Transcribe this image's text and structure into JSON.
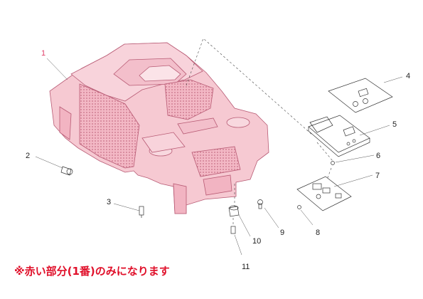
{
  "diagram": {
    "parts": [
      {
        "id": "1",
        "label": "1",
        "highlight": true
      },
      {
        "id": "2",
        "label": "2"
      },
      {
        "id": "3",
        "label": "3"
      },
      {
        "id": "4",
        "label": "4"
      },
      {
        "id": "5",
        "label": "5"
      },
      {
        "id": "6",
        "label": "6"
      },
      {
        "id": "7",
        "label": "7"
      },
      {
        "id": "8",
        "label": "8"
      },
      {
        "id": "9",
        "label": "9"
      },
      {
        "id": "10",
        "label": "10"
      },
      {
        "id": "11",
        "label": "11"
      }
    ],
    "note": "※赤い部分(1番)のみになります",
    "colors": {
      "highlight_fill": "#f6c9d2",
      "highlight_stroke": "#d06a85",
      "note": "#e0102a",
      "line": "#333333"
    }
  }
}
